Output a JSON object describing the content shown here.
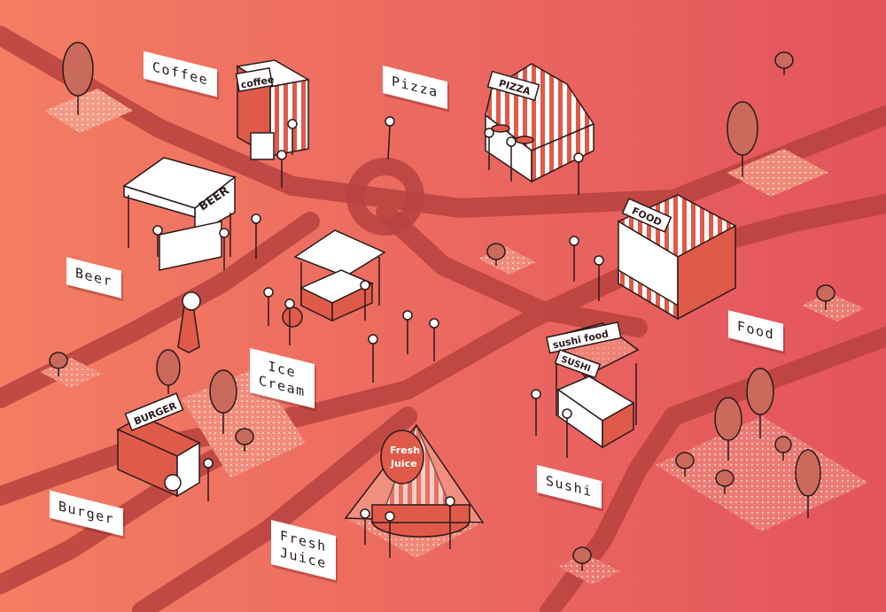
{
  "colors": {
    "bg_left": "#f47d63",
    "bg_right": "#e3545d",
    "road": "#b9423f",
    "white": "#ffffff",
    "ink": "#2a1a1a",
    "accent": "#e05a4a"
  },
  "signs": {
    "coffee": "Coffee",
    "pizza": "Pizza",
    "beer": "Beer",
    "food": "Food",
    "ice_cream": "Ice\nCream",
    "sushi": "Sushi",
    "burger": "Burger",
    "fresh_juice": "Fresh\nJuice"
  },
  "stalls": {
    "coffee": "coffee",
    "pizza": "PIZZA",
    "beer": "BEER",
    "food": "FOOD",
    "sushi_food": "sushi food",
    "sushi": "SUSHI",
    "burger": "BURGER",
    "fresh": "Fresh",
    "juice": "Juice"
  }
}
